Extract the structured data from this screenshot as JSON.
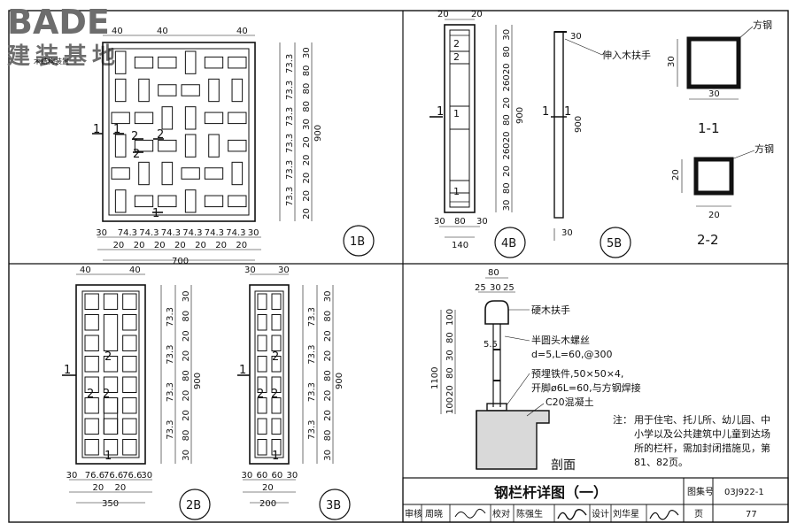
{
  "logo": {
    "brand": "BADE",
    "cn": "建装基地",
    "tagline": "木结构装置"
  },
  "panels": {
    "p1B": {
      "label": "1B",
      "top_dims": [
        "40",
        "40",
        "40"
      ],
      "bottom_dims": [
        "30",
        "74.3",
        "74.3",
        "74.3",
        "74.3",
        "74.3",
        "74.3",
        "30"
      ],
      "bottom_sub": [
        "20",
        "20",
        "20",
        "20",
        "20",
        "20",
        "20"
      ],
      "width": "700",
      "right_a": [
        "73.3",
        "73.3",
        "73.3",
        "73.3",
        "73.3",
        "73.3"
      ],
      "right_b": [
        "30",
        "80",
        "80",
        "80",
        "30",
        "20",
        "20",
        "20",
        "20",
        "20"
      ],
      "height": "900",
      "sections": [
        "1",
        "1",
        "2",
        "2",
        "2",
        "1"
      ]
    },
    "p2B": {
      "label": "2B",
      "top_dims": [
        "40",
        "40"
      ],
      "bottom_dims": [
        "30",
        "76.6",
        "76.6",
        "76.6",
        "30"
      ],
      "bottom_sub": [
        "20",
        "20"
      ],
      "width": "350",
      "right_a": [
        "73.3",
        "73.3",
        "73.3",
        "73.3"
      ],
      "right_b": [
        "30",
        "80",
        "20",
        "20",
        "80",
        "20",
        "20",
        "80",
        "30"
      ],
      "height": "900",
      "sections": [
        "1",
        "2",
        "2",
        "2",
        "1"
      ]
    },
    "p3B": {
      "label": "3B",
      "top_dims": [
        "30",
        "30"
      ],
      "bottom_dims": [
        "30",
        "60",
        "60",
        "30"
      ],
      "bottom_sub": [
        "20"
      ],
      "width": "200",
      "right_a": [
        "73.3",
        "73.3",
        "73.3",
        "73.3"
      ],
      "right_b": [
        "30",
        "80",
        "20",
        "20",
        "80",
        "20",
        "20",
        "80",
        "30"
      ],
      "height": "900",
      "sections": [
        "1",
        "2",
        "2",
        "2",
        "1"
      ]
    },
    "p4B": {
      "label": "4B",
      "top_dims": [
        "20",
        "20"
      ],
      "right_b": [
        "30",
        "80",
        "20",
        "260",
        "20",
        "80",
        "20",
        "260",
        "20",
        "80",
        "30"
      ],
      "height": "900",
      "bottom_dims": [
        "30",
        "80",
        "30"
      ],
      "width": "140",
      "sections": [
        "2",
        "2",
        "1",
        "1",
        "1"
      ]
    },
    "p5B": {
      "label": "5B",
      "note": "伸入木扶手",
      "height": "900",
      "top": "30",
      "bottom": "30",
      "sections": [
        "1",
        "1"
      ]
    },
    "sec11": {
      "label": "1-1",
      "material": "方钢",
      "w": "30",
      "h": "30"
    },
    "sec22": {
      "label": "2-2",
      "material": "方钢",
      "w": "20",
      "h": "20"
    },
    "profile": {
      "label": "剖面",
      "top_dims": [
        "80",
        "25",
        "30",
        "25"
      ],
      "left_dims": [
        "100",
        "80",
        "30",
        "80",
        "20",
        "100"
      ],
      "height": "1100",
      "small": "5.5",
      "callouts": [
        "硬木扶手",
        "半圆头木螺丝",
        "d=5,L=60,@300",
        "预埋铁件,50×50×4,",
        "开脚ø6L=60,与方钢焊接",
        "C20混凝土"
      ],
      "note_label": "注：",
      "note_lines": [
        "用于住宅、托儿所、幼儿园、中",
        "小学以及公共建筑中儿童到达场",
        "所的栏杆，需加封闭措施见，第",
        "81、82页。"
      ]
    }
  },
  "titleblock": {
    "title": "钢栏杆详图（一）",
    "atlas_label": "图集号",
    "atlas_no": "03J922-1",
    "row": [
      {
        "k": "审核",
        "v": "周晓"
      },
      {
        "k": "校对",
        "v": "陈强生"
      },
      {
        "k": "设计",
        "v": "刘华星"
      }
    ],
    "page_label": "页",
    "page_no": "77"
  },
  "colors": {
    "ink": "#111111",
    "paper": "#ffffff",
    "logo": "#6d6d6d"
  }
}
